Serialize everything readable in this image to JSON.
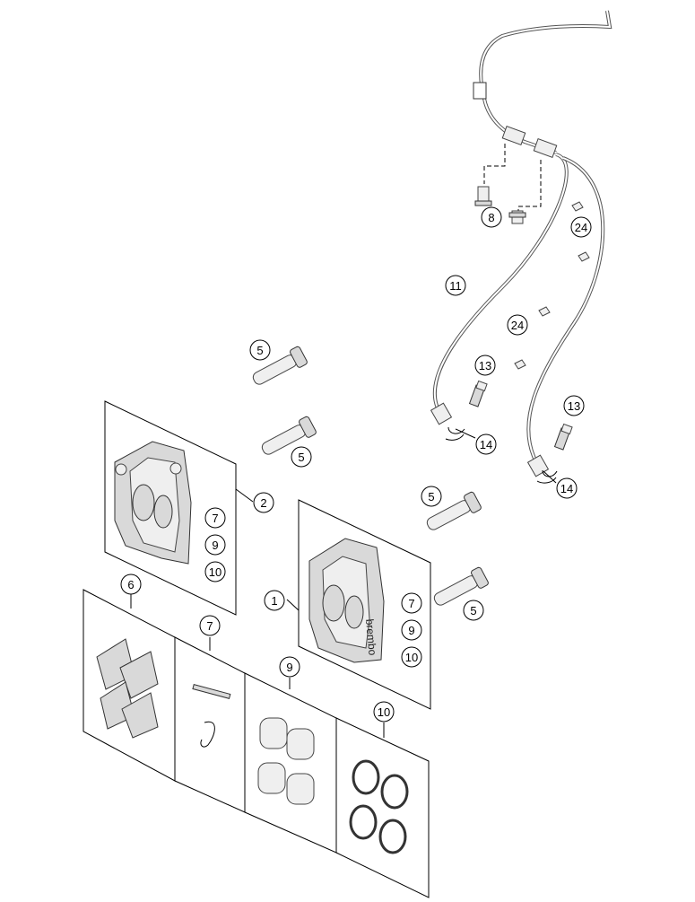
{
  "callouts": {
    "c1": "1",
    "c2": "2",
    "c5a": "5",
    "c5b": "5",
    "c5c": "5",
    "c5d": "5",
    "c6": "6",
    "c7a": "7",
    "c7b": "7",
    "c7c": "7",
    "c8": "8",
    "c9a": "9",
    "c9b": "9",
    "c9c": "9",
    "c10a": "10",
    "c10b": "10",
    "c10c": "10",
    "c11": "11",
    "c13a": "13",
    "c13b": "13",
    "c14a": "14",
    "c14b": "14",
    "c24a": "24",
    "c24b": "24"
  },
  "caliper_brand": "brembo"
}
